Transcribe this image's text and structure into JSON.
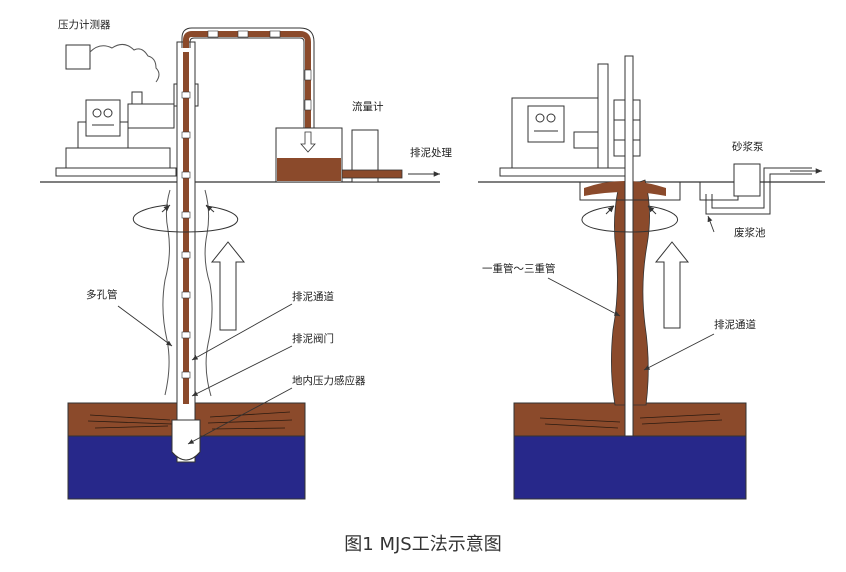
{
  "colors": {
    "soil": "#8b4a2b",
    "water": "#27288a",
    "slurry": "#8b4a2b",
    "line": "#333333",
    "text": "#222222"
  },
  "left": {
    "pressure_gauge": "压力计测器",
    "flowmeter": "流量计",
    "mud_treatment": "排泥处理",
    "porous_pipe": "多孔管",
    "mud_channel": "排泥通道",
    "mud_valve": "排泥阀门",
    "ground_pressure_sensor": "地内压力感应器"
  },
  "right": {
    "sand_pump": "砂浆泵",
    "waste_pool": "废浆池",
    "pipe_range": "一重管～三重管",
    "mud_channel": "排泥通道"
  },
  "caption": "图1  MJS工法示意图"
}
